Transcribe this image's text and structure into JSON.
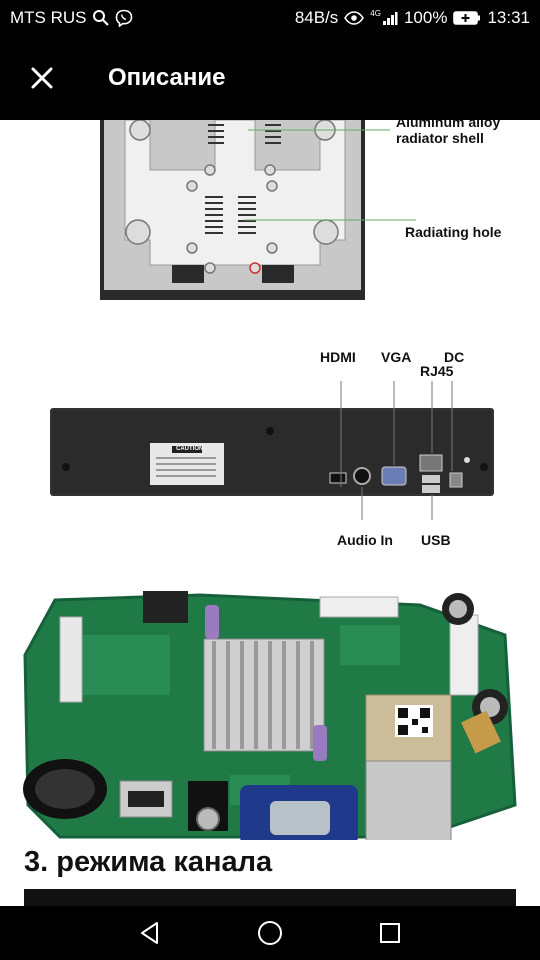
{
  "status_bar": {
    "carrier": "MTS RUS",
    "net_speed": "84B/s",
    "signal_label": "4G",
    "battery": "100%",
    "time": "13:31"
  },
  "app_bar": {
    "title": "Описание",
    "close_icon": "close-icon"
  },
  "product_images": {
    "top_view": {
      "labels": [
        "Aluminum alloy radiator shell",
        "Radiating hole"
      ]
    },
    "rear_panel": {
      "labels": [
        "HDMI",
        "VGA",
        "DC",
        "RJ45",
        "Audio In",
        "USB"
      ],
      "panel_caution": "CAUTION"
    }
  },
  "section_heading": "3. режима канала",
  "nav_bar": {
    "back_icon": "back-triangle-icon",
    "home_icon": "home-circle-icon",
    "recents_icon": "recents-square-icon"
  }
}
